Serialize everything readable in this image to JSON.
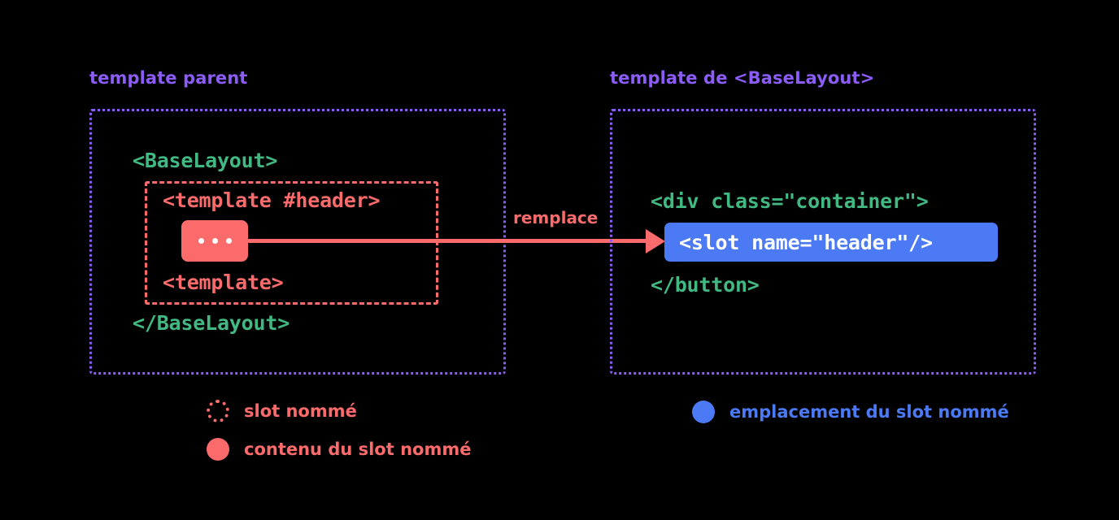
{
  "diagram": {
    "background_color": "#000000",
    "colors": {
      "purple": "#8b5cf6",
      "green": "#42b883",
      "red": "#fb6b6b",
      "blue": "#4c7af5",
      "white": "#ffffff"
    }
  },
  "left_panel": {
    "title": "template parent",
    "code_open": "<BaseLayout>",
    "code_close": "</BaseLayout>",
    "slot_box": {
      "code_open": "<template #header>",
      "code_close": "<template>",
      "content_chip": "..."
    }
  },
  "right_panel": {
    "title": "template de <BaseLayout>",
    "code_open": "<div class=\"container\">",
    "code_close": "</button>",
    "slot_placement": "<slot name=\"header\"/>"
  },
  "arrow": {
    "label": "remplace"
  },
  "legend": {
    "items": [
      {
        "icon": "dotted-circle-icon",
        "label": "slot nommé",
        "color": "#fb6b6b"
      },
      {
        "icon": "filled-circle-icon",
        "label": "contenu du slot nommé",
        "color": "#fb6b6b"
      },
      {
        "icon": "filled-circle-icon",
        "label": "emplacement du slot nommé",
        "color": "#4c7af5"
      }
    ]
  }
}
